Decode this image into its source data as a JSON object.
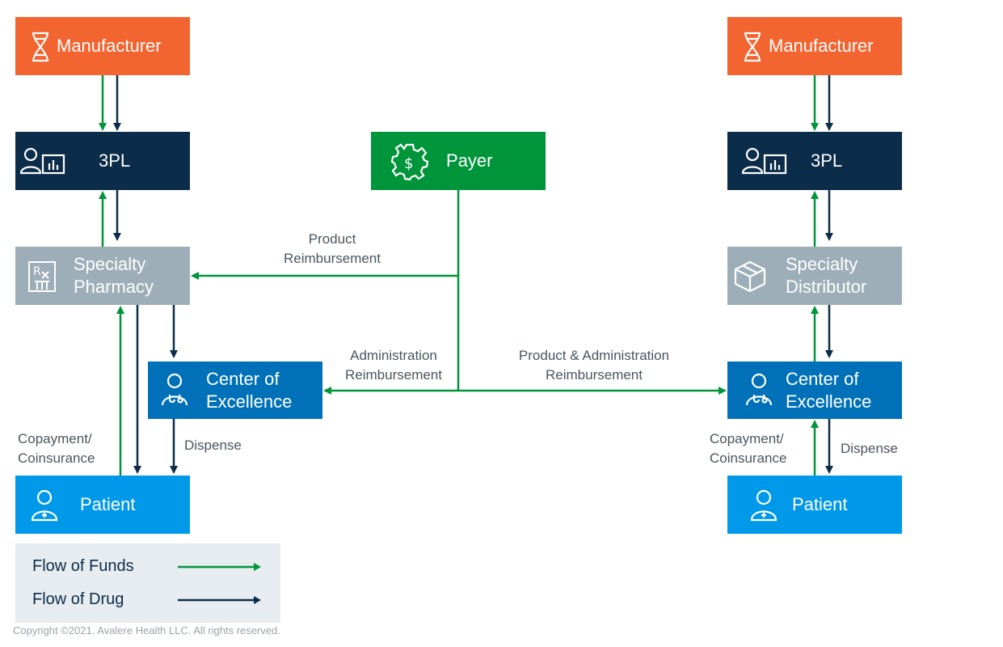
{
  "left": {
    "manufacturer": "Manufacturer",
    "tpl": "3PL",
    "specialty_pharmacy": [
      "Specialty",
      "Pharmacy"
    ],
    "center": [
      "Center of",
      "Excellence"
    ],
    "patient": "Patient",
    "copay": [
      "Copayment/",
      "Coinsurance"
    ],
    "dispense": "Dispense"
  },
  "payer": "Payer",
  "edges": {
    "product_reimbursement": [
      "Product",
      "Reimbursement"
    ],
    "administration_reimbursement": [
      "Administration",
      "Reimbursement"
    ],
    "product_admin_reimbursement": [
      "Product & Administration",
      "Reimbursement"
    ]
  },
  "right": {
    "manufacturer": "Manufacturer",
    "tpl": "3PL",
    "specialty_distributor": [
      "Specialty",
      "Distributor"
    ],
    "center": [
      "Center of",
      "Excellence"
    ],
    "patient": "Patient",
    "copay": [
      "Copayment/",
      "Coinsurance"
    ],
    "dispense": "Dispense"
  },
  "legend": {
    "funds": "Flow of Funds",
    "drug": "Flow of Drug"
  },
  "copyright": "Copyright ©2021. Avalere Health LLC. All rights reserved.",
  "colors": {
    "manufacturer": "#F26531",
    "tpl": "#0C2D4A",
    "payer": "#00953A",
    "intermediary": "#9DAEB8",
    "center": "#0071B8",
    "patient": "#0098E8",
    "funds_arrow": "#00953A",
    "drug_arrow": "#0C2D4A"
  },
  "icons": {
    "manufacturer": "dna-icon",
    "tpl": "person-chart-icon",
    "payer": "dollar-gear-icon",
    "specialty_pharmacy": "rx-icon",
    "specialty_distributor": "box-icon",
    "center": "doctor-icon",
    "patient": "patient-icon"
  }
}
